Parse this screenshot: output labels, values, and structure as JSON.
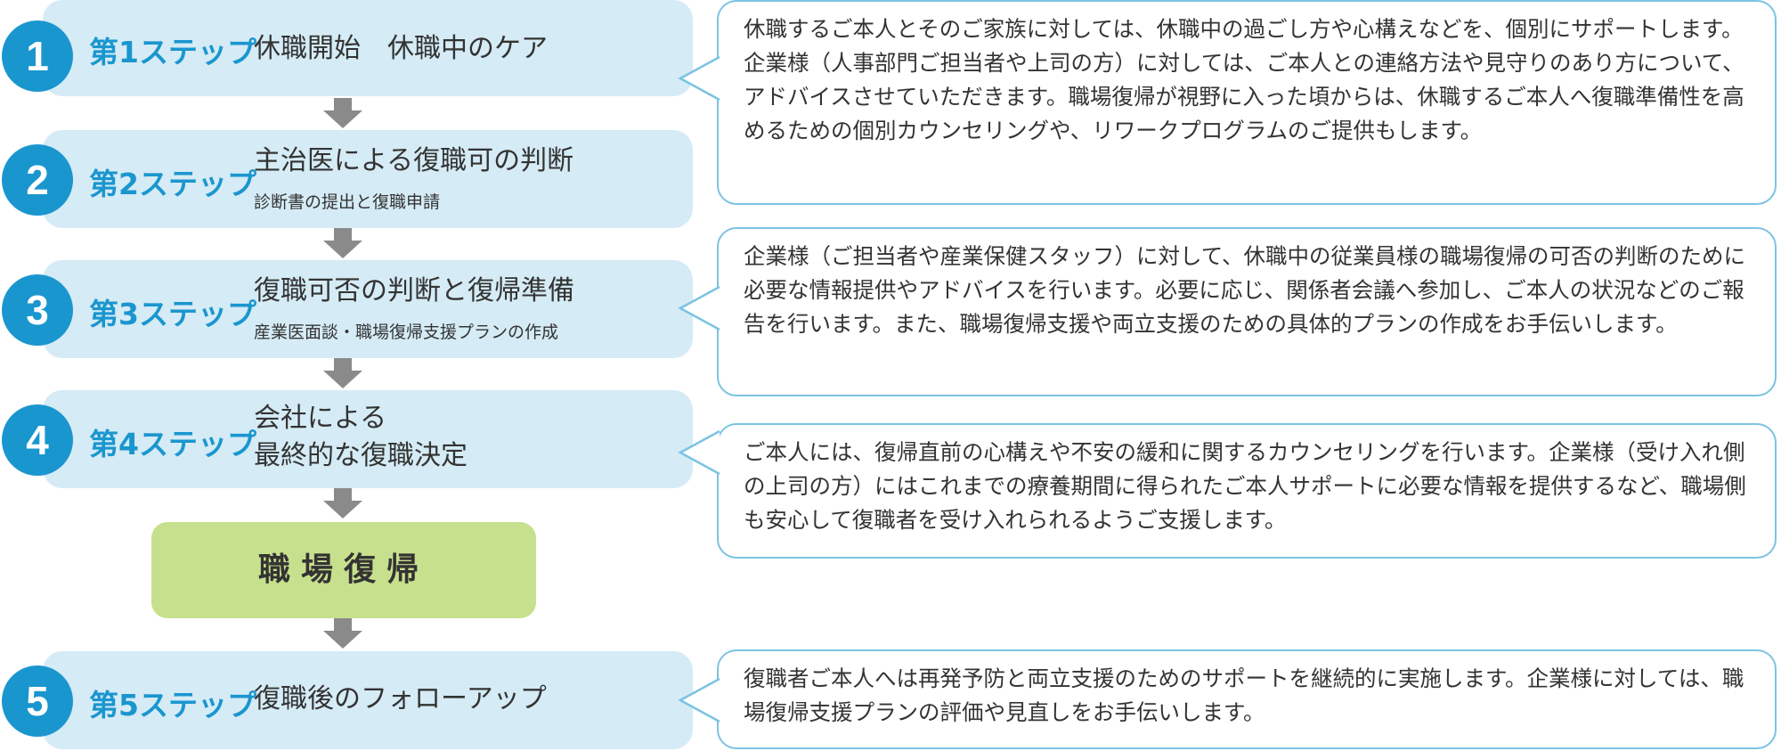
{
  "colors": {
    "accent": "#1a96cf",
    "step_bg": "#d5ebf5",
    "return_bg": "#c7e08d",
    "bubble_border": "#7cc3e2",
    "arrow": "#8a8a8a"
  },
  "steps": [
    {
      "number": "1",
      "label": "第1ステップ",
      "main": "休職開始　休職中のケア",
      "sub": ""
    },
    {
      "number": "2",
      "label": "第2ステップ",
      "main": "主治医による復職可の判断",
      "sub": "診断書の提出と復職申請"
    },
    {
      "number": "3",
      "label": "第3ステップ",
      "main": "復職可否の判断と復帰準備",
      "sub": "産業医面談・職場復帰支援プランの作成"
    },
    {
      "number": "4",
      "label": "第4ステップ",
      "main_lines": [
        "会社による",
        "最終的な復職決定"
      ],
      "sub": ""
    },
    {
      "number": "5",
      "label": "第5ステップ",
      "main": "復職後のフォローアップ",
      "sub": ""
    }
  ],
  "return_box": {
    "label": "職場復帰"
  },
  "descriptions": [
    "休職するご本人とそのご家族に対しては、休職中の過ごし方や心構えなどを、個別にサポートします。企業様（人事部門ご担当者や上司の方）に対しては、ご本人との連絡方法や見守りのあり方について、アドバイスさせていただきます。職場復帰が視野に入った頃からは、休職するご本人へ復職準備性を高めるための個別カウンセリングや、リワークプログラムのご提供もします。",
    "企業様（ご担当者や産業保健スタッフ）に対して、休職中の従業員様の職場復帰の可否の判断のために必要な情報提供やアドバイスを行います。必要に応じ、関係者会議へ参加し、ご本人の状況などのご報告を行います。また、職場復帰支援や両立支援のための具体的プランの作成をお手伝いします。",
    "ご本人には、復帰直前の心構えや不安の緩和に関するカウンセリングを行います。企業様（受け入れ側の上司の方）にはこれまでの療養期間に得られたご本人サポートに必要な情報を提供するなど、職場側も安心して復職者を受け入れられるようご支援します。",
    "復職者ご本人へは再発予防と両立支援のためのサポートを継続的に実施します。企業様に対しては、職場復帰支援プランの評価や見直しをお手伝いします。"
  ]
}
